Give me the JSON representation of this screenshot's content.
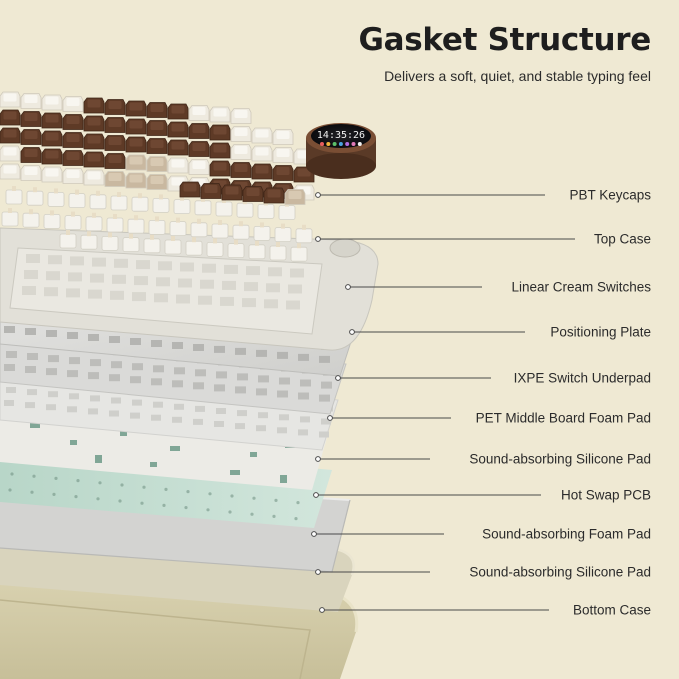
{
  "header": {
    "title": "Gasket Structure",
    "subtitle": "Delivers a soft, quiet, and stable typing feel"
  },
  "display_module": {
    "time": "14:35:26"
  },
  "layers": [
    {
      "label": "PBT Keycaps"
    },
    {
      "label": "Top Case"
    },
    {
      "label": "Linear Cream Switches"
    },
    {
      "label": "Positioning Plate"
    },
    {
      "label": "IXPE Switch Underpad"
    },
    {
      "label": "PET Middle Board Foam Pad"
    },
    {
      "label": "Sound-absorbing Silicone Pad"
    },
    {
      "label": "Hot Swap PCB"
    },
    {
      "label": "Sound-absorbing Foam Pad"
    },
    {
      "label": "Sound-absorbing Silicone Pad"
    },
    {
      "label": "Bottom Case"
    }
  ],
  "colors": {
    "background": "#efe9d3",
    "keycap_brown": "#5e3a26",
    "keycap_cream": "#eeeadf",
    "keycap_tan": "#c9b8a0",
    "pcb_green": "#c5ddd2",
    "bottom_case": "#d4cca8"
  }
}
